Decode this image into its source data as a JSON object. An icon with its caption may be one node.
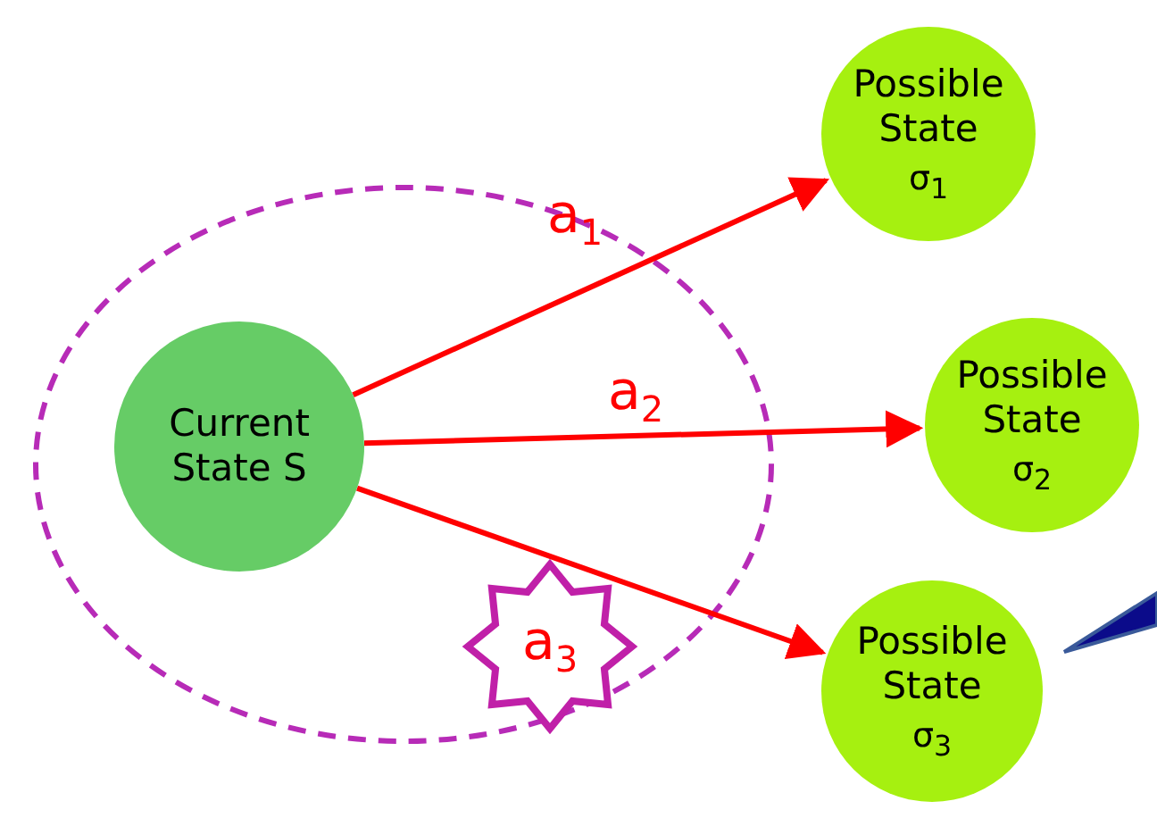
{
  "diagram": {
    "nodes": [
      {
        "text": [
          "Current State S"
        ]
      },
      {
        "text": [
          "Possible State",
          "σ$_{1}$"
        ]
      },
      {
        "text": [
          "Possible State",
          "σ$_{2}$"
        ]
      },
      {
        "text": [
          "Possible State",
          "σ$_{3}$"
        ]
      }
    ],
    "edges": [
      {
        "from": 0,
        "to": 1,
        "arrow": "to",
        "label": "a$_{1}$"
      },
      {
        "from": 0,
        "to": 2,
        "arrow": "to",
        "label": "a$_{2}$"
      },
      {
        "from": 0,
        "to": 3,
        "arrow": "to",
        "label": "a$_{3}$"
      }
    ]
  }
}
